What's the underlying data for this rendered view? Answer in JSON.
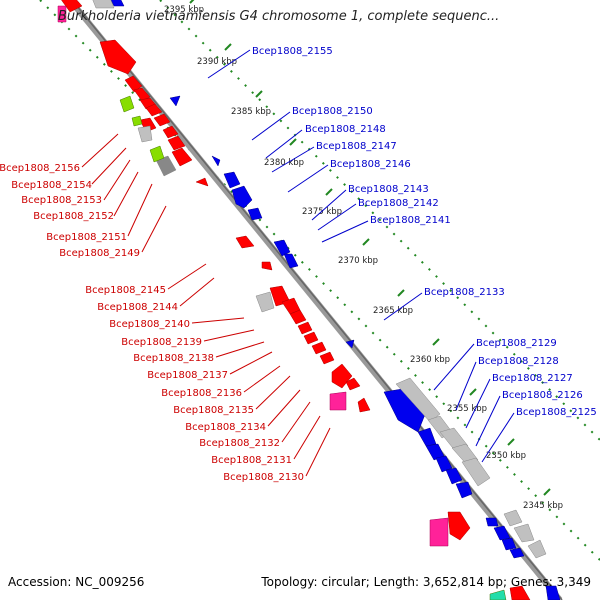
{
  "title": "Burkholderia vietnamiensis G4 chromosome 1, complete sequenc...",
  "footer": {
    "accession": "Accession: NC_009256",
    "summary": "Topology: circular; Length: 3,652,814 bp; Genes: 3,349"
  },
  "colors": {
    "forward_gene": "#ff0000",
    "reverse_gene": "#0000ee",
    "pseudo_gene": "#c0c0c0",
    "rna_gene": "#88dd00",
    "other_feature": "#ff2299",
    "backbone": "#888888",
    "tick_marks": "#228822",
    "forward_label": "#cc0000",
    "reverse_label": "#0000cc"
  },
  "ticks": [
    {
      "label": "2395 kbp"
    },
    {
      "label": "2390 kbp"
    },
    {
      "label": "2385 kbp"
    },
    {
      "label": "2380 kbp"
    },
    {
      "label": "2375 kbp"
    },
    {
      "label": "2370 kbp"
    },
    {
      "label": "2365 kbp"
    },
    {
      "label": "2360 kbp"
    },
    {
      "label": "2355 kbp"
    },
    {
      "label": "2350 kbp"
    },
    {
      "label": "2345 kbp"
    }
  ],
  "reverse_labels": [
    "Bcep1808_2155",
    "Bcep1808_2150",
    "Bcep1808_2148",
    "Bcep1808_2147",
    "Bcep1808_2146",
    "Bcep1808_2143",
    "Bcep1808_2142",
    "Bcep1808_2141",
    "Bcep1808_2133",
    "Bcep1808_2129",
    "Bcep1808_2128",
    "Bcep1808_2127",
    "Bcep1808_2126",
    "Bcep1808_2125"
  ],
  "forward_labels": [
    "Bcep1808_2156",
    "Bcep1808_2154",
    "Bcep1808_2153",
    "Bcep1808_2152",
    "Bcep1808_2151",
    "Bcep1808_2149",
    "Bcep1808_2145",
    "Bcep1808_2144",
    "Bcep1808_2140",
    "Bcep1808_2139",
    "Bcep1808_2138",
    "Bcep1808_2137",
    "Bcep1808_2136",
    "Bcep1808_2135",
    "Bcep1808_2134",
    "Bcep1808_2132",
    "Bcep1808_2131",
    "Bcep1808_2130"
  ]
}
